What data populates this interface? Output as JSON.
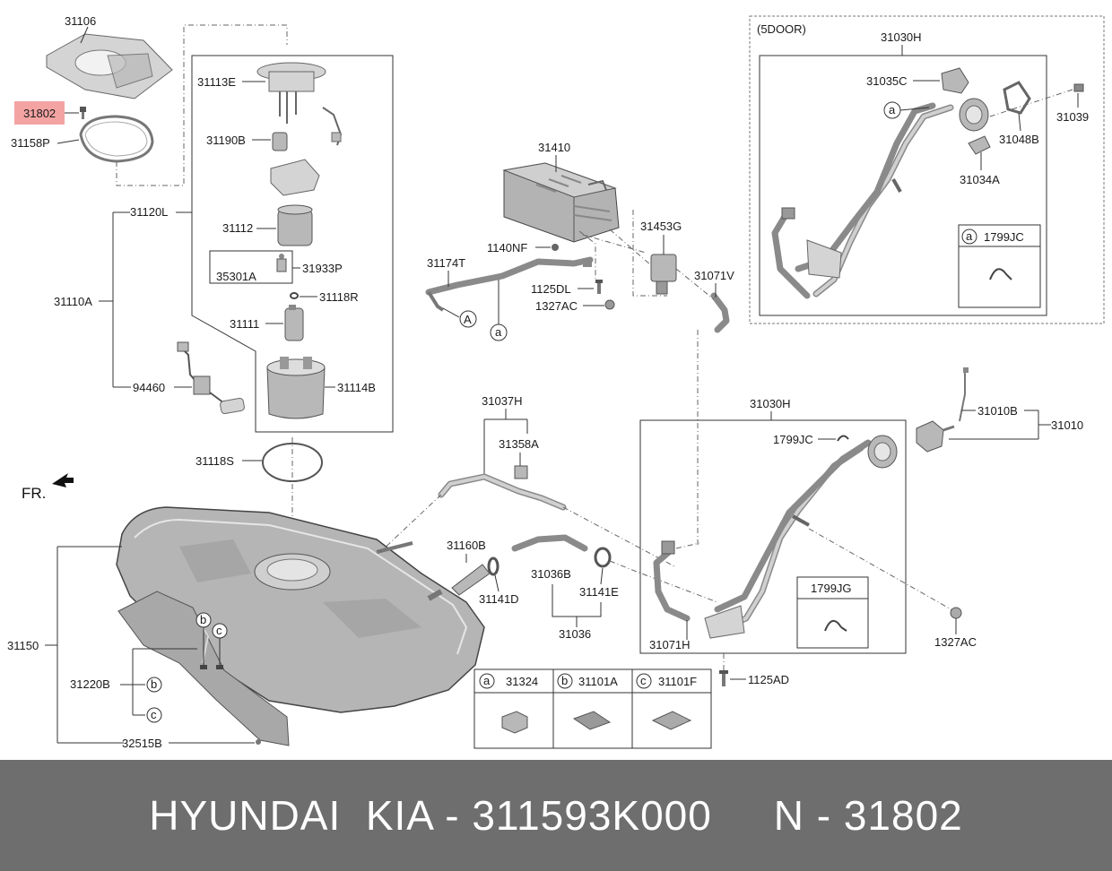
{
  "labels": {
    "l31106": "31106",
    "l31802": "31802",
    "l31158P": "31158P",
    "l31113E": "31113E",
    "l31190B": "31190B",
    "l31120L": "31120L",
    "l31112": "31112",
    "l35301A": "35301A",
    "l31933P": "31933P",
    "l31118R": "31118R",
    "l31110A": "31110A",
    "l31111": "31111",
    "l94460": "94460",
    "l31114B": "31114B",
    "l31118S": "31118S",
    "fr": "FR.",
    "l31150": "31150",
    "l31220B": "31220B",
    "l32515B": "32515B",
    "l31410": "31410",
    "l1140NF": "1140NF",
    "l31453G": "31453G",
    "l31174T": "31174T",
    "l31071V": "31071V",
    "l1125DL": "1125DL",
    "l1327AC_top": "1327AC",
    "l31037H": "31037H",
    "l31358A": "31358A",
    "l31160B": "31160B",
    "l31036B": "31036B",
    "l31141E": "31141E",
    "l31141D": "31141D",
    "l31036": "31036",
    "l31030H_main": "31030H",
    "l1799JC_main": "1799JC",
    "l31071H": "31071H",
    "l1799JG": "1799JG",
    "l1125AD": "1125AD",
    "l1327AC_right": "1327AC",
    "l31010B": "31010B",
    "l31010": "31010",
    "l5door": "(5DOOR)",
    "l31030H_5d": "31030H",
    "l31035C": "31035C",
    "l31039": "31039",
    "l31048B": "31048B",
    "l31034A": "31034A",
    "l1799JC_5d": "1799JC"
  },
  "callouts": {
    "A": "A",
    "a": "a",
    "b": "b",
    "c": "c"
  },
  "legend": {
    "a_code": "31324",
    "b_code": "31101A",
    "c_code": "31101F"
  },
  "footer": {
    "text": "HYUNDAI  KIA - 311593K000     N - 31802"
  },
  "colors": {
    "highlight": "#f4a3a3",
    "footer_bg": "#6e6e6e",
    "footer_text": "#ffffff"
  }
}
